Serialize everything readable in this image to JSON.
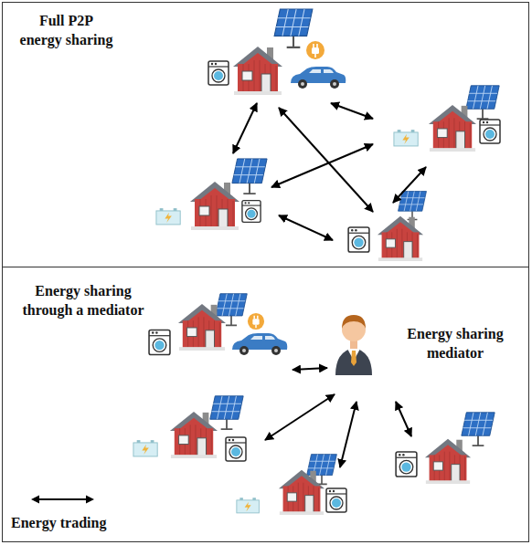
{
  "diagram": {
    "nodes": [
      {
        "text": [
          "Full P2P energy sharing"
        ]
      },
      {
        "text": [
          "Energy sharing through a mediator"
        ]
      },
      {
        "text": [
          "Energy sharing mediator"
        ],
        "in": 1
      }
    ],
    "legend": [
      {
        "text": "Energy trading"
      }
    ]
  }
}
